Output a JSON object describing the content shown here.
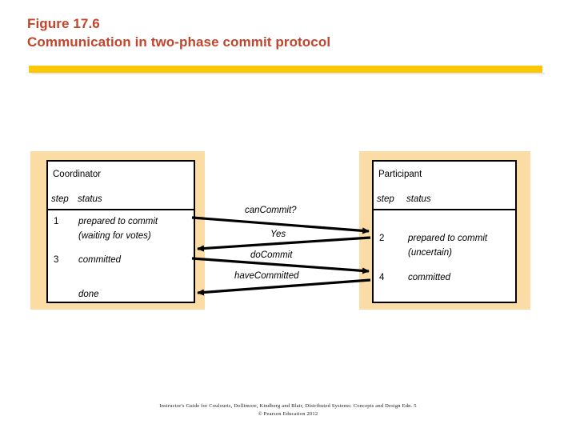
{
  "slide": {
    "title_lines": [
      "Figure 17.6",
      "Communication in two-phase commit protocol"
    ],
    "title_color": "#C2442A",
    "accent_bar_color": "#FBC707",
    "panel_color": "#FBDCA5"
  },
  "diagram": {
    "coordinator": {
      "role": "Coordinator",
      "columns": {
        "step": "step",
        "status": "status"
      },
      "rows": [
        {
          "step": "1",
          "status": "prepared to commit",
          "status_note": "(waiting for votes)"
        },
        {
          "step": "3",
          "status": "committed",
          "status_note": ""
        },
        {
          "step": "",
          "status": "done",
          "status_note": ""
        }
      ]
    },
    "participant": {
      "role": "Participant",
      "columns": {
        "step": "step",
        "status": "status"
      },
      "rows": [
        {
          "step": "2",
          "status": "prepared to commit",
          "status_note": "(uncertain)"
        },
        {
          "step": "4",
          "status": "committed",
          "status_note": ""
        }
      ]
    },
    "messages": [
      {
        "label": "canCommit?",
        "direction": "coordinator-to-participant"
      },
      {
        "label": "Yes",
        "direction": "participant-to-coordinator"
      },
      {
        "label": "doCommit",
        "direction": "coordinator-to-participant"
      },
      {
        "label": "haveCommitted",
        "direction": "participant-to-coordinator"
      }
    ]
  },
  "footer": {
    "line1": "Instructor's Guide for  Coulouris, Dollimore, Kindberg and Blair,  Distributed Systems: Concepts and Design  Edn. 5",
    "line2": "© Pearson Education 2012"
  }
}
